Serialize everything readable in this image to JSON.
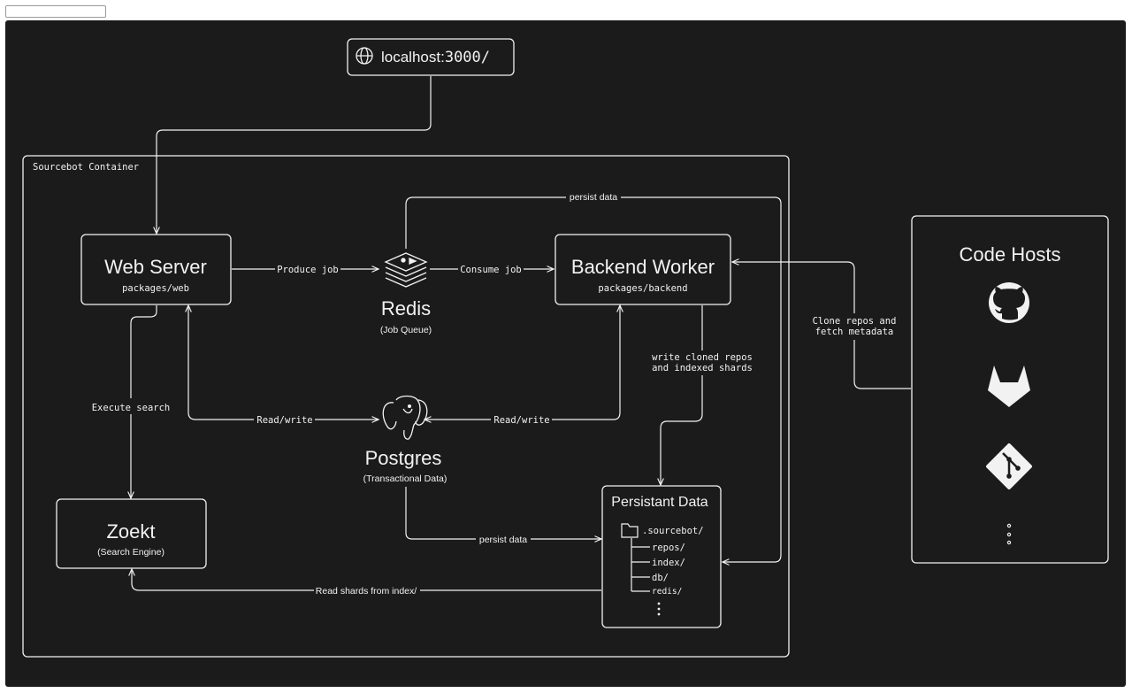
{
  "toolbar": {
    "input_value": ""
  },
  "diagram": {
    "url_box": {
      "host": "localhost:",
      "port": "3000/"
    },
    "container": {
      "label": "Sourcebot Container"
    },
    "web_server": {
      "title": "Web Server",
      "subtitle": "packages/web"
    },
    "backend_worker": {
      "title": "Backend Worker",
      "subtitle": "packages/backend"
    },
    "redis": {
      "title": "Redis",
      "subtitle": "(Job Queue)"
    },
    "postgres": {
      "title": "Postgres",
      "subtitle": "(Transactional Data)"
    },
    "zoekt": {
      "title": "Zoekt",
      "subtitle": "(Search Engine)"
    },
    "persistent_data": {
      "title": "Persistant Data",
      "root": ".sourcebot/",
      "children": [
        "repos/",
        "index/",
        "db/",
        "redis/"
      ]
    },
    "code_hosts": {
      "title": "Code Hosts",
      "icons": [
        "github-icon",
        "gitlab-icon",
        "git-icon",
        "more-dots"
      ]
    },
    "edges": {
      "produce_job": "Produce job",
      "consume_job": "Consume job",
      "persist_data_top": "persist data",
      "read_write_left": "Read/write",
      "read_write_right": "Read/write",
      "execute_search": "Execute search",
      "write_cloned_1": "write cloned repos",
      "write_cloned_2": "and indexed shards",
      "persist_data_pg": "persist data",
      "read_shards": "Read shards from index/",
      "clone_repos_1": "Clone repos and",
      "clone_repos_2": "fetch metadata"
    }
  }
}
